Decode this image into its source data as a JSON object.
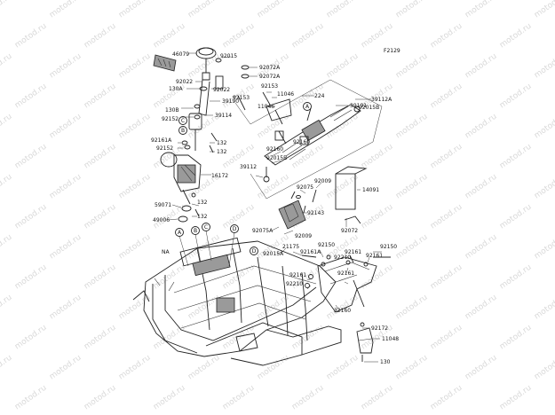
{
  "figure_code": "F2129",
  "watermark": "motod.ru",
  "callouts": [
    "A",
    "B",
    "C",
    "D"
  ],
  "labels": {
    "l46079": "46079",
    "l92015": "92015",
    "l92072a_1": "92072A",
    "l92072a_2": "92072A",
    "l92022a": "92022",
    "l130a": "130A",
    "l92022b": "92022",
    "l39190": "39190",
    "l11046a": "11046",
    "l92153a": "92153",
    "l92153b": "92153",
    "l224": "224",
    "l39191": "39191",
    "l39112a": "39112A",
    "l130b": "130B",
    "l39114": "39114",
    "l11046b": "11046",
    "l92015b_1": "92015B",
    "l92152a": "92152",
    "l92161a": "92161A",
    "l132a": "132",
    "l132b": "132",
    "l92160a": "92160",
    "l92160b": "92160",
    "l92015b_2": "92015B",
    "l92152b": "92152",
    "l16172": "16172",
    "l39112": "39112",
    "l92009a": "92009",
    "l92075": "92075",
    "l14091": "14091",
    "l132c": "132",
    "l59071": "59071",
    "l92143": "92143",
    "l49006": "49006",
    "l132d": "132",
    "l92072": "92072",
    "l92075a": "92075A",
    "l92009b": "92009",
    "l21175": "21175",
    "l92015a": "92015A",
    "l92150a": "92150",
    "l92150b": "92150",
    "l92161b": "92161",
    "l92161c": "92161",
    "l92210a": "92210",
    "l92161d": "92161",
    "l92161e": "92161",
    "l92210b": "92210",
    "l32160": "32160",
    "l92172": "92172",
    "l11048": "11048",
    "l130c": "130",
    "lna": "NA"
  }
}
